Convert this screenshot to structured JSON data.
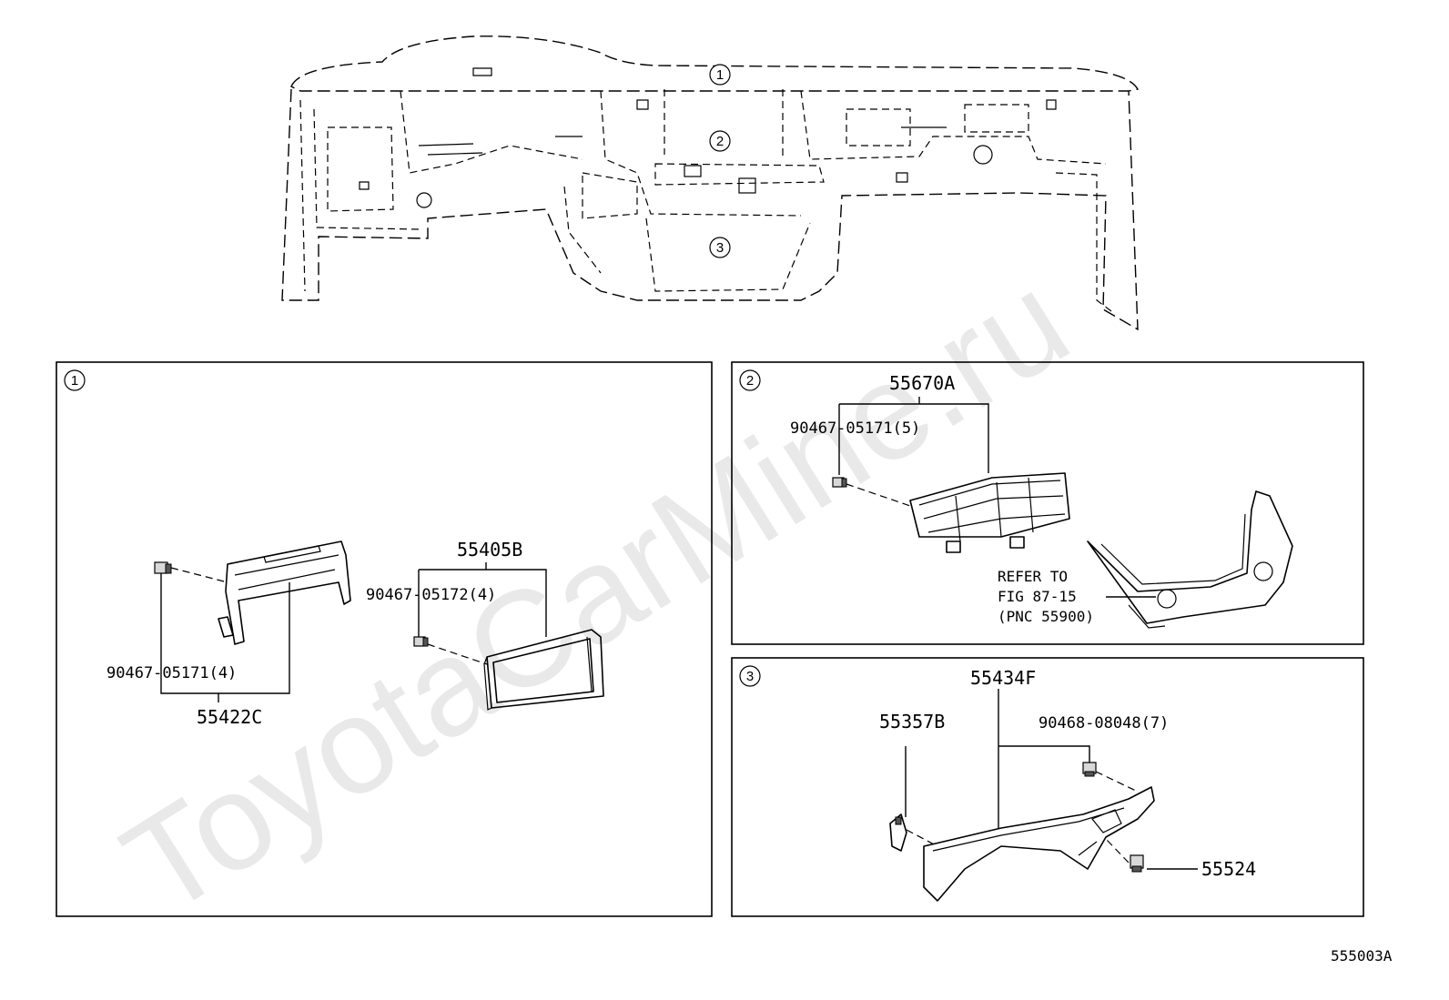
{
  "watermark": "ToyotaCarMine.ru",
  "figure_code": "555003A",
  "overview": {
    "markers": [
      "1",
      "2",
      "3"
    ]
  },
  "panel1": {
    "marker": "1",
    "parts": {
      "display_assy": "55405B",
      "clip_display": "90467-05172(4)",
      "clip_bracket": "90467-05171(4)",
      "bracket": "55422C"
    }
  },
  "panel2": {
    "marker": "2",
    "parts": {
      "vent_assy": "55670A",
      "clip_vent": "90467-05171(5)"
    },
    "refer": {
      "line1": "REFER TO",
      "line2": "FIG 87-15",
      "line3": "(PNC 55900)"
    }
  },
  "panel3": {
    "marker": "3",
    "parts": {
      "lower_panel": "55434F",
      "bracket": "55357B",
      "clip": "90468-08048(7)",
      "part_55524": "55524"
    }
  }
}
